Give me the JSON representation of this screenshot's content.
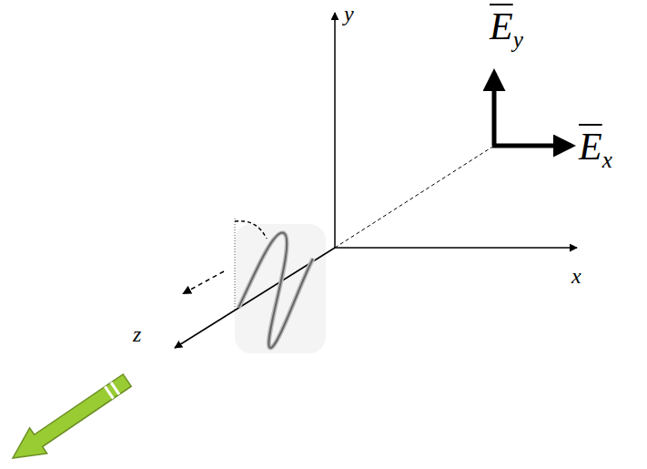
{
  "diagram": {
    "labels": [
      "y",
      "Ey",
      "Ex",
      "x",
      "z"
    ]
  }
}
